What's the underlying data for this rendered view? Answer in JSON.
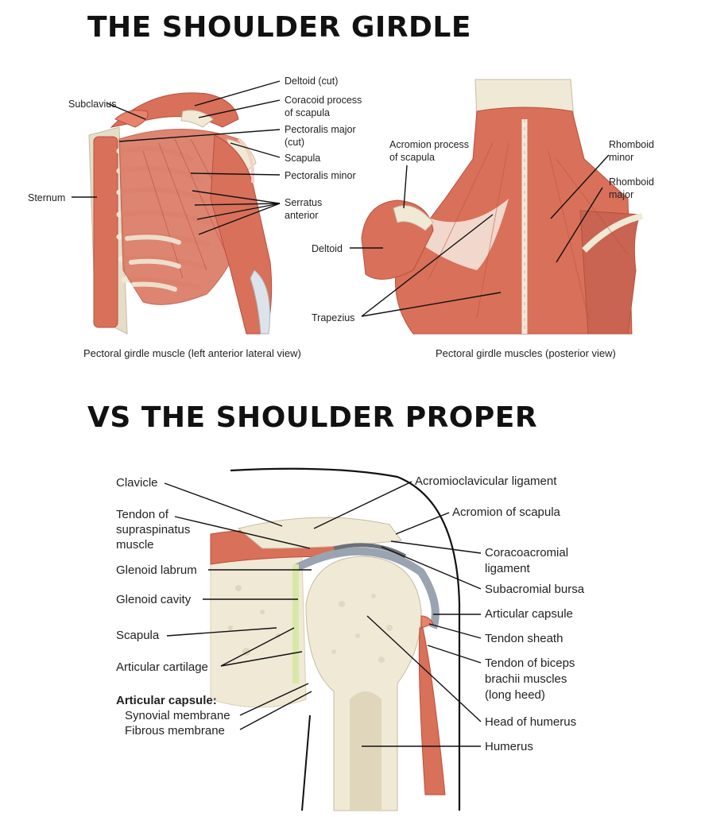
{
  "headings": {
    "top": "THE SHOULDER GIRDLE",
    "bottom": "VS THE SHOULDER PROPER"
  },
  "anterior": {
    "caption": "Pectoral girdle muscle (left anterior lateral view)",
    "labels": {
      "deltoid_cut": "Deltoid (cut)",
      "coracoid_1": "Coracoid process",
      "coracoid_2": "of scapula",
      "pec_major_1": "Pectoralis major",
      "pec_major_2": "(cut)",
      "scapula": "Scapula",
      "pec_minor": "Pectoralis minor",
      "serratus_1": "Serratus",
      "serratus_2": "anterior",
      "subclavius": "Subclavius",
      "sternum": "Sternum"
    }
  },
  "posterior": {
    "caption": "Pectoral girdle muscles (posterior view)",
    "labels": {
      "acromion_1": "Acromion process",
      "acromion_2": "of scapula",
      "rh_minor_1": "Rhomboid",
      "rh_minor_2": "minor",
      "rh_major_1": "Rhomboid",
      "rh_major_2": "major",
      "deltoid": "Deltoid",
      "trapezius": "Trapezius"
    }
  },
  "joint": {
    "labels": {
      "clavicle": "Clavicle",
      "supra_1": "Tendon of",
      "supra_2": "supraspinatus",
      "supra_3": "muscle",
      "labrum": "Glenoid labrum",
      "cavity": "Glenoid cavity",
      "scapula": "Scapula",
      "cartilage": "Articular cartilage",
      "capsule_head": "Articular capsule:",
      "synovial": "Synovial membrane",
      "fibrous": "Fibrous membrane",
      "ac_lig": "Acromioclavicular ligament",
      "acromion": "Acromion of scapula",
      "coraco_1": "Coracoacromial",
      "coraco_2": "ligament",
      "bursa": "Subacromial bursa",
      "art_capsule": "Articular capsule",
      "sheath": "Tendon sheath",
      "biceps_1": "Tendon of biceps",
      "biceps_2": "brachii muscles",
      "biceps_3": "(long heed)",
      "head": "Head of humerus",
      "humerus": "Humerus"
    }
  },
  "colors": {
    "muscle": "#d9705a",
    "muscle_dark": "#b8503d",
    "muscle_light": "#eda58f",
    "bone": "#efe9d6",
    "bone_shade": "#d8cfb5",
    "cartilage": "#d8e8a8",
    "capsule": "#9aa3b0"
  }
}
